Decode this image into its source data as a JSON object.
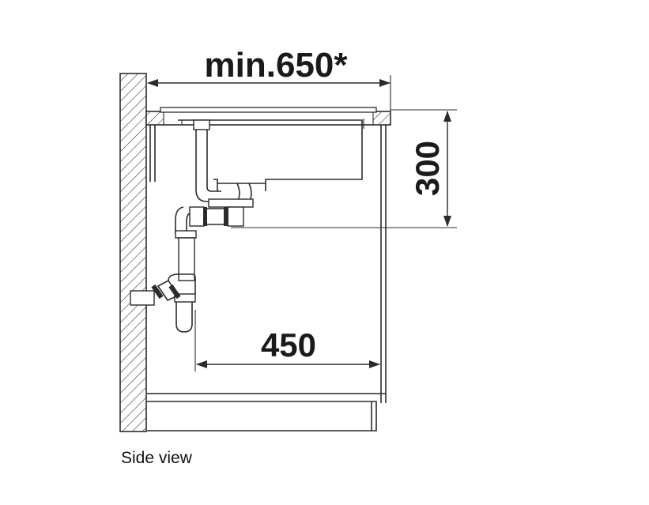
{
  "dimensions": {
    "width_label": "min.650*",
    "height_label": "300",
    "drain_label": "450"
  },
  "caption": "Side view"
}
